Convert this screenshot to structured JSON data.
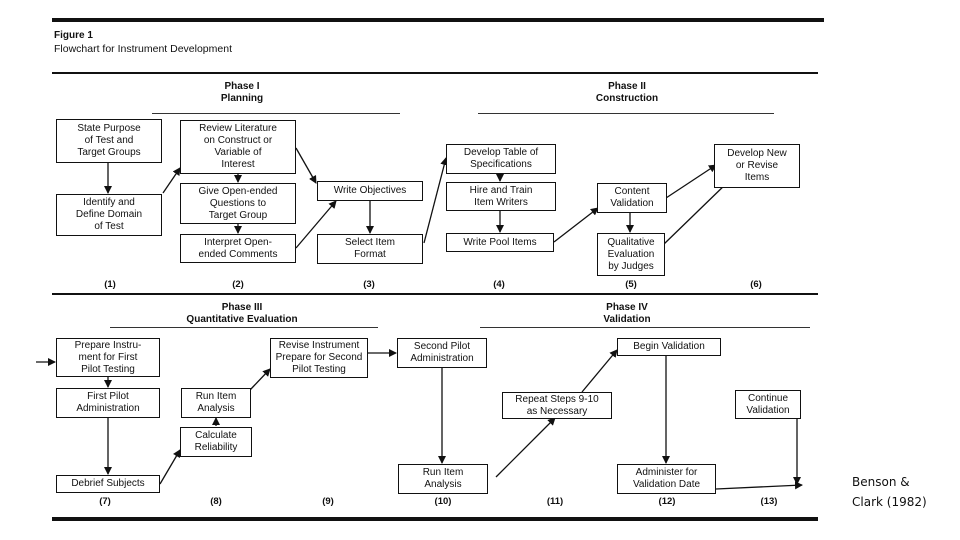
{
  "figure": {
    "label": "Figure 1",
    "title": "Flowchart for Instrument Development"
  },
  "phases": [
    {
      "id": "p1",
      "text": "Phase I\nPlanning"
    },
    {
      "id": "p2",
      "text": "Phase II\nConstruction"
    },
    {
      "id": "p3",
      "text": "Phase III\nQuantitative Evaluation"
    },
    {
      "id": "p4",
      "text": "Phase IV\nValidation"
    }
  ],
  "boxes": {
    "b1a": "State Purpose\nof Test and\nTarget Groups",
    "b1b": "Identify and\nDefine Domain\nof Test",
    "b2a": "Review Literature\non Construct or\nVariable of\nInterest",
    "b2b": "Give Open-ended\nQuestions to\nTarget Group",
    "b2c": "Interpret Open-\nended Comments",
    "b3a": "Write Objectives",
    "b3b": "Select Item\nFormat",
    "b4a": "Develop Table of\nSpecifications",
    "b4b": "Hire and Train\nItem Writers",
    "b4c": "Write Pool Items",
    "b5a": "Content\nValidation",
    "b5b": "Qualitative\nEvaluation\nby Judges",
    "b6a": "Develop New\nor Revise\nItems",
    "b7a": "Prepare Instru-\nment for First\nPilot Testing",
    "b7b": "First Pilot\nAdministration",
    "b7c": "Debrief Subjects",
    "b8a": "Run Item\nAnalysis",
    "b8b": "Calculate\nReliability",
    "b9a": "Revise Instrument\nPrepare for Second\nPilot Testing",
    "b10a": "Second Pilot\nAdministration",
    "b10b": "Run Item\nAnalysis",
    "b11a": "Repeat Steps 9-10\nas Necessary",
    "b12a": "Begin Validation",
    "b12b": "Administer for\nValidation Date",
    "b13a": "Continue\nValidation"
  },
  "step_numbers": [
    "(1)",
    "(2)",
    "(3)",
    "(4)",
    "(5)",
    "(6)",
    "(7)",
    "(8)",
    "(9)",
    "(10)",
    "(11)",
    "(12)",
    "(13)"
  ],
  "credit": "Benson &\nClark (1982)"
}
